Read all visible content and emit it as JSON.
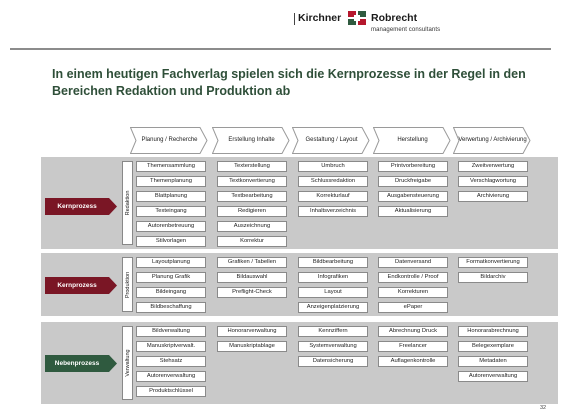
{
  "logo": {
    "name_left": "Kirchner",
    "name_right": "Robrecht",
    "tagline": "management consultants",
    "icon": "logo-mark",
    "colors": {
      "red": "#b5172d",
      "green": "#2f5a3f"
    }
  },
  "title": "In einem heutigen Fachverlag spielen sich die Kernprozesse in der Regel in den Bereichen Redaktion und Produktion ab",
  "headers": [
    "Planung / Recherche",
    "Erstellung Inhalte",
    "Gestaltung / Layout",
    "Herstellung",
    "Verwertung / Archivierung"
  ],
  "sections": [
    {
      "process": "Kernprozess",
      "side_label": "Redaktion",
      "process_color": "#7a1625",
      "columns": [
        [
          "Themensammlung",
          "Themenplanung",
          "Blattplanung",
          "Texteingang",
          "Autorenbetreuung",
          "Stilvorlagen"
        ],
        [
          "Texterstellung",
          "Textkonvertierung",
          "Textbearbeitung",
          "Redigieren",
          "Auszeichnung",
          "Korrektur"
        ],
        [
          "Umbruch",
          "Schlussredaktion",
          "Korrekturlauf",
          "Inhaltsverzeichnis"
        ],
        [
          "Printvorbereitung",
          "Druckfreigabe",
          "Ausgabensteuerung",
          "Aktualisierung"
        ],
        [
          "Zweitverwertung",
          "Verschlagwortung",
          "Archivierung"
        ]
      ]
    },
    {
      "process": "Kernprozess",
      "side_label": "Produktion",
      "process_color": "#7a1625",
      "columns": [
        [
          "Layoutplanung",
          "Planung Grafik",
          "Bildeingang",
          "Bildbeschaffung"
        ],
        [
          "Grafiken / Tabellen",
          "Bildauswahl",
          "Preflight-Check"
        ],
        [
          "Bildbearbeitung",
          "Infografiken",
          "Layout",
          "Anzeigenplatzierung"
        ],
        [
          "Datenversand",
          "Endkontrolle / Proof",
          "Korrekturen",
          "ePaper"
        ],
        [
          "Formatkonvertierung",
          "Bildarchiv"
        ]
      ]
    },
    {
      "process": "Nebenprozess",
      "side_label": "Verwaltung",
      "process_color": "#2f5a3f",
      "columns": [
        [
          "Bildverwaltung",
          "Manuskriptverwalt.",
          "Stehsatz",
          "Autorenverwaltung",
          "Produktschlüssel"
        ],
        [
          "Honorarverwaltung",
          "Manuskriptablage"
        ],
        [
          "Kennziffern",
          "Systemverwaltung",
          "Datensicherung"
        ],
        [
          "Abrechnung Druck",
          "Freelancer",
          "Auflagenkontrolle"
        ],
        [
          "Honorarabrechnung",
          "Belegexemplare",
          "Metadaten",
          "Autorenverwaltung"
        ]
      ]
    }
  ],
  "page_number": "32"
}
